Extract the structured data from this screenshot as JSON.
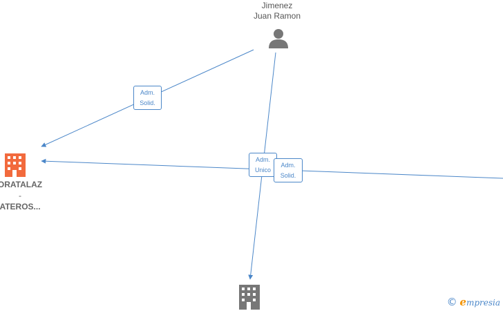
{
  "nodes": {
    "person": {
      "name_line1": "Jimenez",
      "name_line2": "Juan Ramon",
      "icon": "person-icon"
    },
    "company_left": {
      "line1": "ORATALAZ",
      "line2": "-",
      "line3": "ATEROS...",
      "icon": "building-icon",
      "color": "#f26a3d"
    },
    "company_bottom": {
      "icon": "building-icon",
      "color": "#777777"
    }
  },
  "edges": [
    {
      "label_line1": "Adm.",
      "label_line2": "Solid."
    },
    {
      "label_line1": "Adm.",
      "label_line2": "Unico"
    },
    {
      "label_line1": "Adm.",
      "label_line2": "Solid."
    }
  ],
  "colors": {
    "edge": "#4a86c8"
  },
  "footer": {
    "copyright_symbol": "©",
    "brand_initial": "e",
    "brand_rest": "mpresia"
  }
}
